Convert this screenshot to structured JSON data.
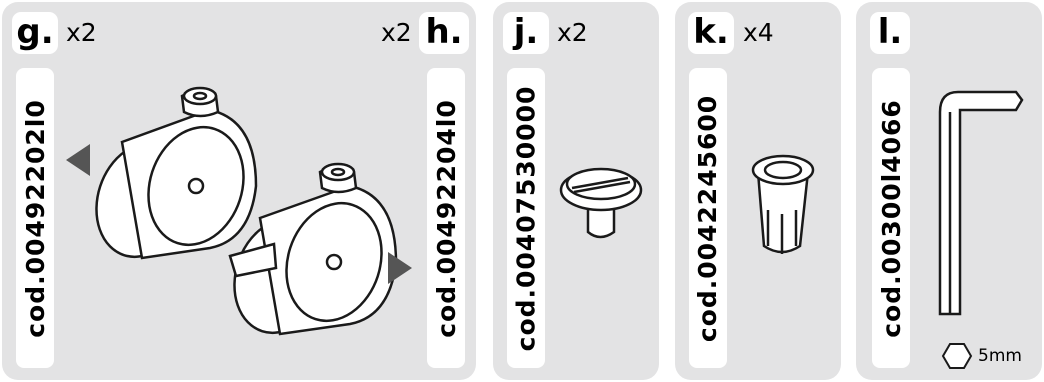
{
  "panels": [
    {
      "letter": "g.",
      "qty": "x2",
      "code": "cod.00492202l0"
    },
    {
      "letter": "h.",
      "qty": "x2",
      "code": "cod.00492204l0"
    },
    {
      "letter": "j.",
      "qty": "x2",
      "code": "cod.00407530000"
    },
    {
      "letter": "k.",
      "qty": "x4",
      "code": "cod.0042245600"
    },
    {
      "letter": "l.",
      "qty": "",
      "code": "cod.00300l4066"
    }
  ],
  "hex_key_size": "5mm",
  "colors": {
    "panel": "#e3e3e4",
    "label_bg": "#ffffff",
    "ink": "#1a1a1a",
    "arrow": "#555555"
  }
}
